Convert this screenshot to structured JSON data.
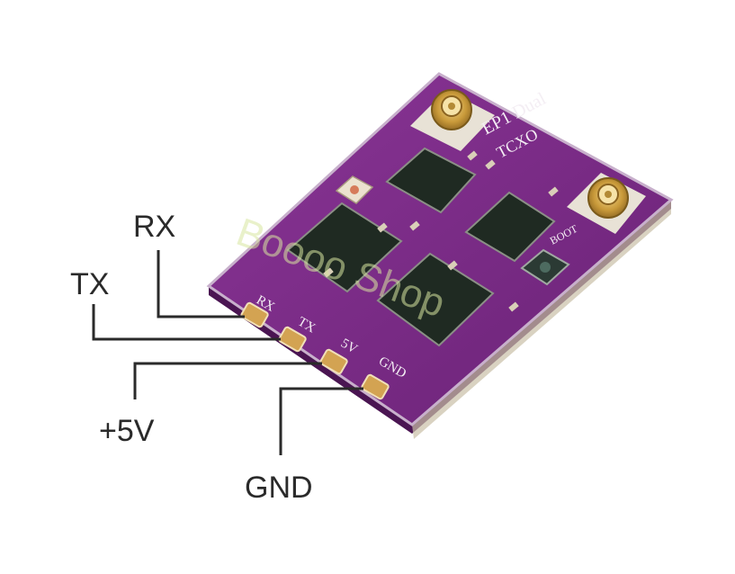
{
  "callouts": {
    "rx": "RX",
    "tx": "TX",
    "v5": "+5V",
    "gnd": "GND"
  },
  "board": {
    "title": "EP1 Dual",
    "subtitle": "TCXO",
    "boot": "BOOT",
    "pad_labels": [
      "RX",
      "TX",
      "5V",
      "GND"
    ]
  },
  "watermark": "Boooo Shop",
  "colors": {
    "pcb": "#7b2a86",
    "pcb_edge": "#4a1552",
    "chip": "#1f2a22",
    "gold": "#c99a3a",
    "line": "#2a2a2a"
  }
}
